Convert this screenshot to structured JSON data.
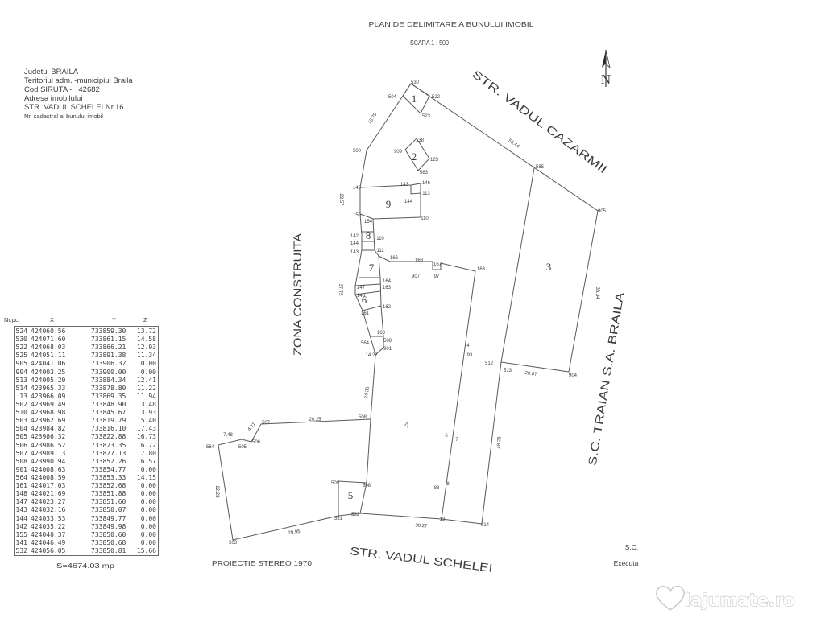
{
  "header": {
    "title": "PLAN DE DELIMITARE A BUNULUI IMOBIL",
    "scale": "SCARA 1 : 500"
  },
  "info": {
    "county": "Judetul BRAILA",
    "territory": "Teritoriul adm. -municipiul Braila",
    "siruta": "Cod SIRUTA -   42682",
    "address_label": "Adresa imobilului",
    "address": "STR. VADUL SCHELEI Nr.16",
    "cadastral_label": "Nr. cadastral al bunului imobil"
  },
  "north_label": "N",
  "streets": {
    "north_east": "STR. VADUL CAZARMII",
    "south": "STR. VADUL SCHELEI",
    "west": "ZONA CONSTRUITA",
    "east": "S.C. TRAIAN S.A. BRAILA"
  },
  "parcels": [
    "1",
    "2",
    "9",
    "8",
    "7",
    "6",
    "4",
    "5",
    "3"
  ],
  "distances": [
    "18.79",
    "56.44",
    "29.57",
    "37.75",
    "38.34",
    "14.22",
    "24.36",
    "20.07",
    "48.28",
    "20.25",
    "7.48",
    "4.71",
    "22.23",
    "30.27",
    "29.95"
  ],
  "points": [
    "530",
    "504",
    "522",
    "523",
    "500",
    "138",
    "909",
    "123",
    "583",
    "585",
    "905",
    "145",
    "143",
    "146",
    "113",
    "144",
    "150",
    "154",
    "110",
    "142",
    "144",
    "143",
    "110",
    "111",
    "166",
    "168",
    "167",
    "907",
    "97",
    "163",
    "147",
    "148",
    "164",
    "163",
    "162",
    "161",
    "160",
    "508",
    "901",
    "564",
    "4",
    "93",
    "512",
    "513",
    "904",
    "508",
    "507",
    "505",
    "506",
    "564",
    "6",
    "7",
    "509",
    "508",
    "88",
    "8",
    "13",
    "514",
    "532",
    "531",
    "503"
  ],
  "coordinates": {
    "headers": [
      "Nr.pct",
      "X",
      "Y",
      "Z"
    ],
    "rows": [
      [
        "524",
        "424060.56",
        "733859.30",
        "13.72"
      ],
      [
        "530",
        "424071.60",
        "733861.15",
        "14.58"
      ],
      [
        "522",
        "424068.03",
        "733866.21",
        "12.93"
      ],
      [
        "525",
        "424051.11",
        "733891.38",
        "11.34"
      ],
      [
        "905",
        "424041.06",
        "733906.32",
        "0.00"
      ],
      [
        "904",
        "424003.25",
        "733900.00",
        "0.00"
      ],
      [
        "513",
        "424005.20",
        "733884.34",
        "12.41"
      ],
      [
        "514",
        "423965.33",
        "733878.80",
        "11.22"
      ],
      [
        "13",
        "423966.09",
        "733869.35",
        "11.94"
      ],
      [
        "502",
        "423969.49",
        "733848.90",
        "13.48"
      ],
      [
        "510",
        "423968.98",
        "733845.67",
        "13.93"
      ],
      [
        "503",
        "423962.69",
        "733819.79",
        "15.40"
      ],
      [
        "504",
        "423984.82",
        "733816.10",
        "17.43"
      ],
      [
        "505",
        "423986.32",
        "733822.88",
        "16.73"
      ],
      [
        "506",
        "423986.52",
        "733823.35",
        "16.72"
      ],
      [
        "507",
        "423989.13",
        "733827.13",
        "17.80"
      ],
      [
        "508",
        "423990.94",
        "733852.26",
        "16.57"
      ],
      [
        "901",
        "424008.63",
        "733854.77",
        "0.00"
      ],
      [
        "564",
        "424008.59",
        "733853.33",
        "14.15"
      ],
      [
        "161",
        "424017.03",
        "733852.68",
        "0.00"
      ],
      [
        "148",
        "424021.69",
        "733851.88",
        "0.00"
      ],
      [
        "147",
        "424023.27",
        "733851.60",
        "0.00"
      ],
      [
        "143",
        "424032.16",
        "733850.07",
        "0.00"
      ],
      [
        "144",
        "424033.53",
        "733849.77",
        "0.00"
      ],
      [
        "142",
        "424035.22",
        "733849.98",
        "0.00"
      ],
      [
        "155",
        "424040.37",
        "733850.60",
        "0.00"
      ],
      [
        "141",
        "424046.49",
        "733850.68",
        "0.00"
      ],
      [
        "532",
        "424056.05",
        "733850.81",
        "15.66"
      ]
    ]
  },
  "area": "S=4674.03 mp",
  "projection": "PROIECTIE STEREO 1970",
  "executant": {
    "company": "S.C.",
    "label": "Executa"
  },
  "watermark": "lajumate.ro",
  "colors": {
    "ink": "#3c3c3c",
    "paper": "#ffffff",
    "watermark": "#c4c4c4"
  }
}
